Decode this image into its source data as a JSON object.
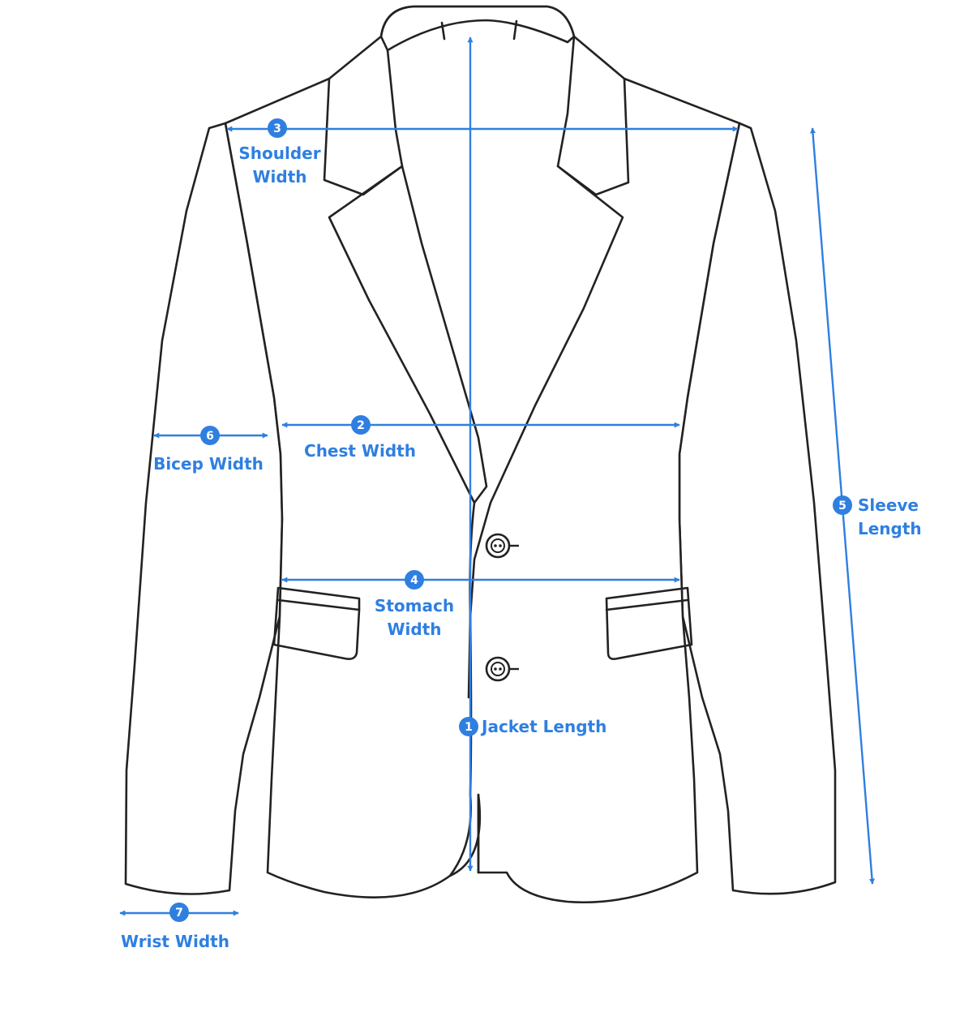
{
  "accent_color": "#2f7fe0",
  "outline_color": "#222222",
  "measurements": [
    {
      "number": "1",
      "label_lines": [
        "Jacket Length"
      ]
    },
    {
      "number": "2",
      "label_lines": [
        "Chest Width"
      ]
    },
    {
      "number": "3",
      "label_lines": [
        "Shoulder",
        "Width"
      ]
    },
    {
      "number": "4",
      "label_lines": [
        "Stomach",
        "Width"
      ]
    },
    {
      "number": "5",
      "label_lines": [
        "Sleeve",
        "Length"
      ]
    },
    {
      "number": "6",
      "label_lines": [
        "Bicep Width"
      ]
    },
    {
      "number": "7",
      "label_lines": [
        "Wrist Width"
      ]
    }
  ],
  "icons": [
    "button-icon",
    "button-icon"
  ]
}
